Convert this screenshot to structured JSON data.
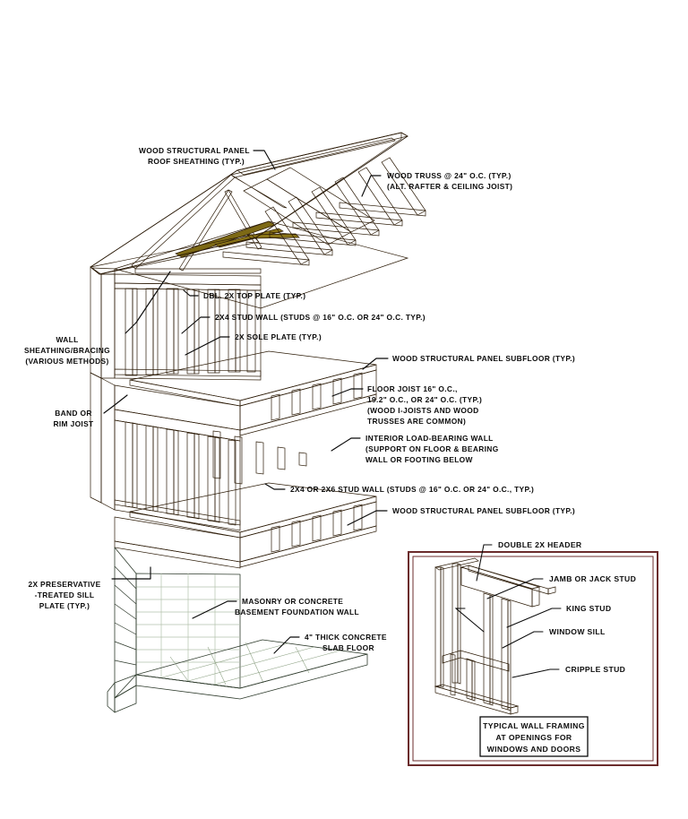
{
  "figure": {
    "title": "Wood light-frame house construction cutaway",
    "background": "#ffffff"
  },
  "colors": {
    "roof_sheathing": "#8a7417",
    "roof_sheathing_edge": "#6d5a10",
    "truss_light": "#9d8622",
    "truss_dark": "#6a5812",
    "subfloor_top": "#d79a27",
    "subfloor_edge": "#b57c18",
    "rim_joist": "#4a3006",
    "rim_joist_dark": "#30200a",
    "stud_light": "#c9922f",
    "stud_dark": "#7a5a17",
    "stud_shadow": "#5d4411",
    "sheathing_face": "#ffffff",
    "foundation_face": "#c9d6c2",
    "foundation_side": "#3f4f3c",
    "slab_floor": "#9fb296",
    "slab_edge": "#3c4a38",
    "inset_border": "#6b2b2b",
    "line": "#0a0a0a",
    "text": "#0b0b0b"
  },
  "labels": {
    "roof_sheathing": [
      "WOOD STRUCTURAL PANEL",
      "ROOF SHEATHING (TYP.)"
    ],
    "wood_truss": [
      "WOOD TRUSS @ 24\" O.C. (TYP.)",
      "(ALT. RAFTER & CEILING JOIST)"
    ],
    "dbl_top_plate": [
      "DBL. 2X TOP PLATE (TYP.)"
    ],
    "stud_wall_2x4": [
      "2X4 STUD WALL (STUDS @ 16\" O.C. OR 24\" O.C. TYP.)"
    ],
    "sole_plate": [
      "2X SOLE PLATE (TYP.)"
    ],
    "wall_sheathing": [
      "WALL",
      "SHEATHING/BRACING",
      "(VARIOUS METHODS)"
    ],
    "band_joist": [
      "BAND OR",
      "RIM JOIST"
    ],
    "subfloor_upper": [
      "WOOD STRUCTURAL PANEL SUBFLOOR (TYP.)"
    ],
    "floor_joist": [
      "FLOOR JOIST 16\" O.C.,",
      "19.2\" O.C., OR 24\" O.C. (TYP.)",
      "(WOOD I-JOISTS AND WOOD",
      "TRUSSES ARE COMMON)"
    ],
    "interior_wall": [
      "INTERIOR LOAD-BEARING WALL",
      "(SUPPORT ON FLOOR & BEARING",
      "WALL OR FOOTING BELOW"
    ],
    "stud_wall_2x4_2x6": [
      "2X4 OR 2X6 STUD WALL (STUDS @ 16\" O.C. OR 24\" O.C., TYP.)"
    ],
    "subfloor_lower": [
      "WOOD STRUCTURAL PANEL SUBFLOOR (TYP.)"
    ],
    "sill_plate": [
      "2X PRESERVATIVE",
      "-TREATED SILL",
      "PLATE (TYP.)"
    ],
    "foundation_wall": [
      "MASONRY OR CONCRETE",
      "BASEMENT FOUNDATION WALL"
    ],
    "slab_floor": [
      "4\" THICK CONCRETE",
      "SLAB FLOOR"
    ]
  },
  "inset": {
    "labels": {
      "double_header": "DOUBLE 2X HEADER",
      "jamb_stud": "JAMB OR JACK STUD",
      "king_stud": "KING STUD",
      "window_sill": "WINDOW SILL",
      "cripple_stud": "CRIPPLE STUD"
    },
    "caption": [
      "TYPICAL WALL FRAMING",
      "AT OPENINGS FOR",
      "WINDOWS AND DOORS"
    ]
  }
}
